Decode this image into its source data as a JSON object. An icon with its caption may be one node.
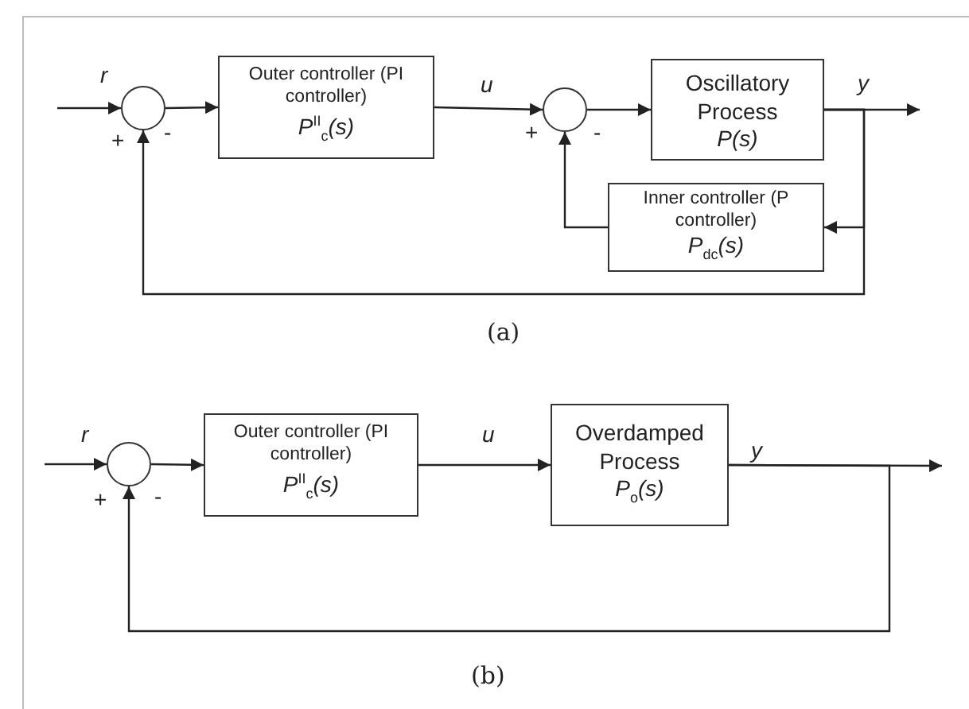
{
  "diagram": {
    "nodes": [
      {
        "text": [],
        "shape": "circle"
      },
      {
        "text": [
          "Outer controller (PI controller)",
          "P$^{II}$$_{c}$(s)"
        ]
      },
      {
        "text": [],
        "shape": "circle"
      },
      {
        "text": [
          "Oscillatory Process",
          "P(s)"
        ]
      },
      {
        "text": [
          "Inner controller (P controller)",
          "P$_{dc}$(s)"
        ]
      },
      {
        "text": [],
        "shape": "circle"
      },
      {
        "text": [
          "Outer controller (PI controller)",
          "P$^{II}$$_{c}$(s)"
        ]
      },
      {
        "text": [
          "Overdamped Process",
          "P$_{o}$(s)"
        ]
      }
    ],
    "edges": [
      {
        "from": null,
        "to": 0,
        "arrow": "to",
        "label": "r"
      },
      {
        "from": 0,
        "to": 1,
        "arrow": "to"
      },
      {
        "from": 1,
        "to": 2,
        "arrow": "to",
        "label": "u"
      },
      {
        "from": 2,
        "to": 3,
        "arrow": "to"
      },
      {
        "from": 3,
        "to": null,
        "arrow": "to",
        "label": "y"
      },
      {
        "from": 3,
        "to": 4,
        "arrow": "to"
      },
      {
        "from": 4,
        "to": 2,
        "arrow": "to"
      },
      {
        "from": 3,
        "to": 0,
        "arrow": "to"
      },
      {
        "from": null,
        "to": 5,
        "arrow": "to",
        "label": "r"
      },
      {
        "from": 5,
        "to": 6,
        "arrow": "to"
      },
      {
        "from": 6,
        "to": 7,
        "arrow": "to",
        "label": "u"
      },
      {
        "from": 7,
        "to": null,
        "arrow": "to",
        "label": "y"
      },
      {
        "from": 7,
        "to": 5,
        "arrow": "to"
      }
    ],
    "labels": [
      "+",
      "-",
      "+",
      "-",
      "(a)",
      "+",
      "-",
      "(b)"
    ]
  }
}
